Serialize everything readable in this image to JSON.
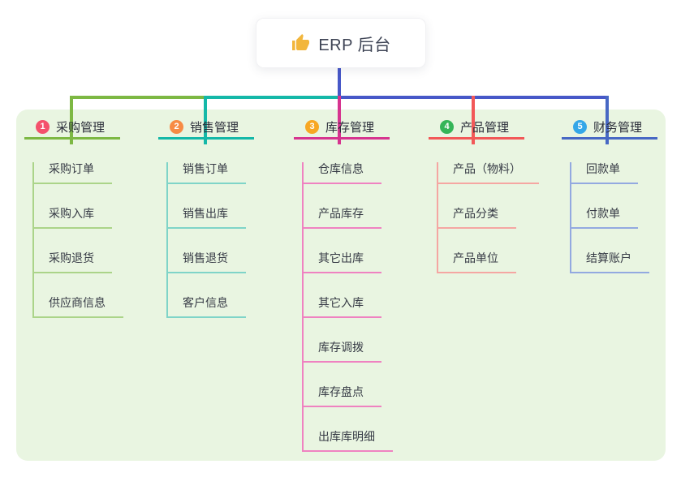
{
  "root": {
    "icon": "thumbs-up-icon",
    "label": "ERP 后台"
  },
  "branches": [
    {
      "badge": "1",
      "label": "采购管理",
      "badge_color": "#f4516c",
      "line_color": "#7db843",
      "child_line_color": "#abd489",
      "children": [
        "采购订单",
        "采购入库",
        "采购退货",
        "供应商信息"
      ]
    },
    {
      "badge": "2",
      "label": "销售管理",
      "badge_color": "#f78b44",
      "line_color": "#14b8a8",
      "child_line_color": "#7fd4c8",
      "children": [
        "销售订单",
        "销售出库",
        "销售退货",
        "客户信息"
      ]
    },
    {
      "badge": "3",
      "label": "库存管理",
      "badge_color": "#f7a723",
      "line_color": "#d6348f",
      "child_line_color": "#ef82c1",
      "children": [
        "仓库信息",
        "产品库存",
        "其它出库",
        "其它入库",
        "库存调拨",
        "库存盘点",
        "出库库明细"
      ]
    },
    {
      "badge": "4",
      "label": "产品管理",
      "badge_color": "#35b558",
      "line_color": "#f25858",
      "child_line_color": "#f5a6a2",
      "children": [
        "产品（物料）",
        "产品分类",
        "产品单位"
      ]
    },
    {
      "badge": "5",
      "label": "财务管理",
      "badge_color": "#34a7e8",
      "line_color": "#4768c4",
      "child_line_color": "#93a9e0",
      "children": [
        "回款单",
        "付款单",
        "结算账户"
      ]
    }
  ],
  "colors": {
    "root_stem": "#4758c8",
    "panel_background": "#e9f5e1",
    "icon_color": "#f2b63c"
  }
}
